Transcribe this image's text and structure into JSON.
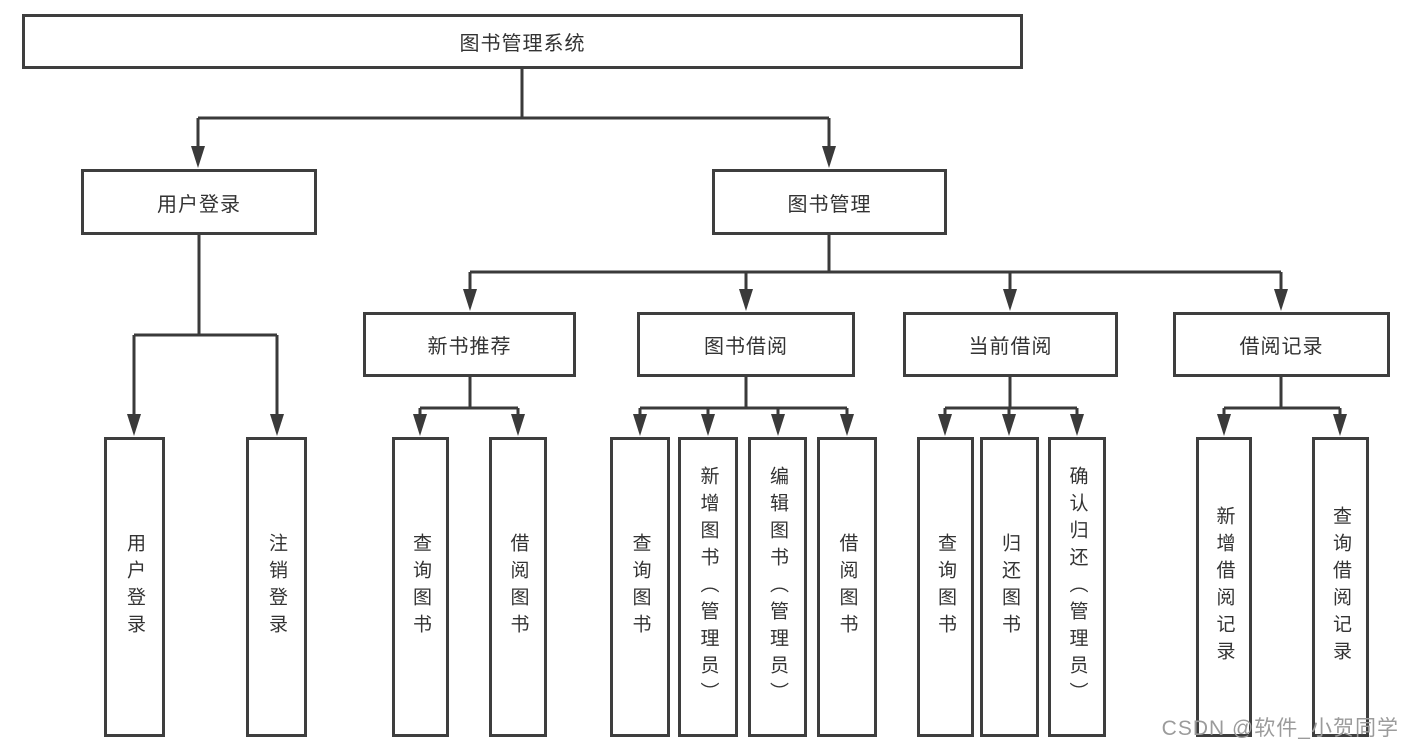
{
  "diagram": {
    "root": {
      "label": "图书管理系统"
    },
    "branches": [
      {
        "label": "用户登录",
        "children": [
          {
            "label": "用户登录"
          },
          {
            "label": "注销登录"
          }
        ]
      },
      {
        "label": "图书管理",
        "children": [
          {
            "label": "新书推荐",
            "children": [
              {
                "label": "查询图书"
              },
              {
                "label": "借阅图书"
              }
            ]
          },
          {
            "label": "图书借阅",
            "children": [
              {
                "label": "查询图书"
              },
              {
                "label": "新增图书（管理员）"
              },
              {
                "label": "编辑图书（管理员）"
              },
              {
                "label": "借阅图书"
              }
            ]
          },
          {
            "label": "当前借阅",
            "children": [
              {
                "label": "查询图书"
              },
              {
                "label": "归还图书"
              },
              {
                "label": "确认归还（管理员）"
              }
            ]
          },
          {
            "label": "借阅记录",
            "children": [
              {
                "label": "新增借阅记录"
              },
              {
                "label": "查询借阅记录"
              }
            ]
          }
        ]
      }
    ]
  },
  "watermark": {
    "text": "CSDN @软件_小贺同学"
  },
  "colors": {
    "line": "#3a3a3a",
    "border": "#3e3e3e",
    "text": "#333333",
    "watermark": "#9b9b9b",
    "background": "#ffffff"
  }
}
